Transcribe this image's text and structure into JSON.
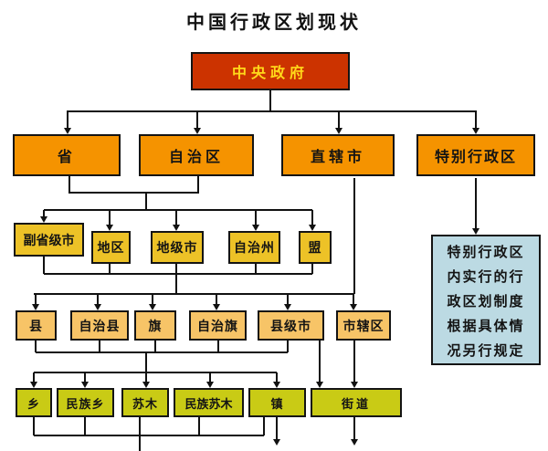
{
  "title": "中国行政区划现状",
  "nodes": {
    "root": "中央政府",
    "level2": [
      "省",
      "自治区",
      "直辖市",
      "特别行政区"
    ],
    "level3": [
      "副省级市",
      "地区",
      "地级市",
      "自治州",
      "盟"
    ],
    "level4": [
      "县",
      "自治县",
      "旗",
      "自治旗",
      "县级市",
      "市辖区"
    ],
    "level5": [
      "乡",
      "民族乡",
      "苏木",
      "民族苏木",
      "镇",
      "街道"
    ],
    "note_lines": [
      "特别行政区",
      "内实行的行",
      "政区划制度",
      "根据具体情",
      "况另行规定"
    ]
  },
  "colors": {
    "root_bg": "#cc3300",
    "root_text": "#ffd91a",
    "level2_bg": "#f59300",
    "level3_bg": "#edc227",
    "level4_bg": "#f7c467",
    "level5_bg": "#c9cb15",
    "note_bg": "#bcdae3",
    "line": "#111111",
    "background": "#ffffff"
  }
}
